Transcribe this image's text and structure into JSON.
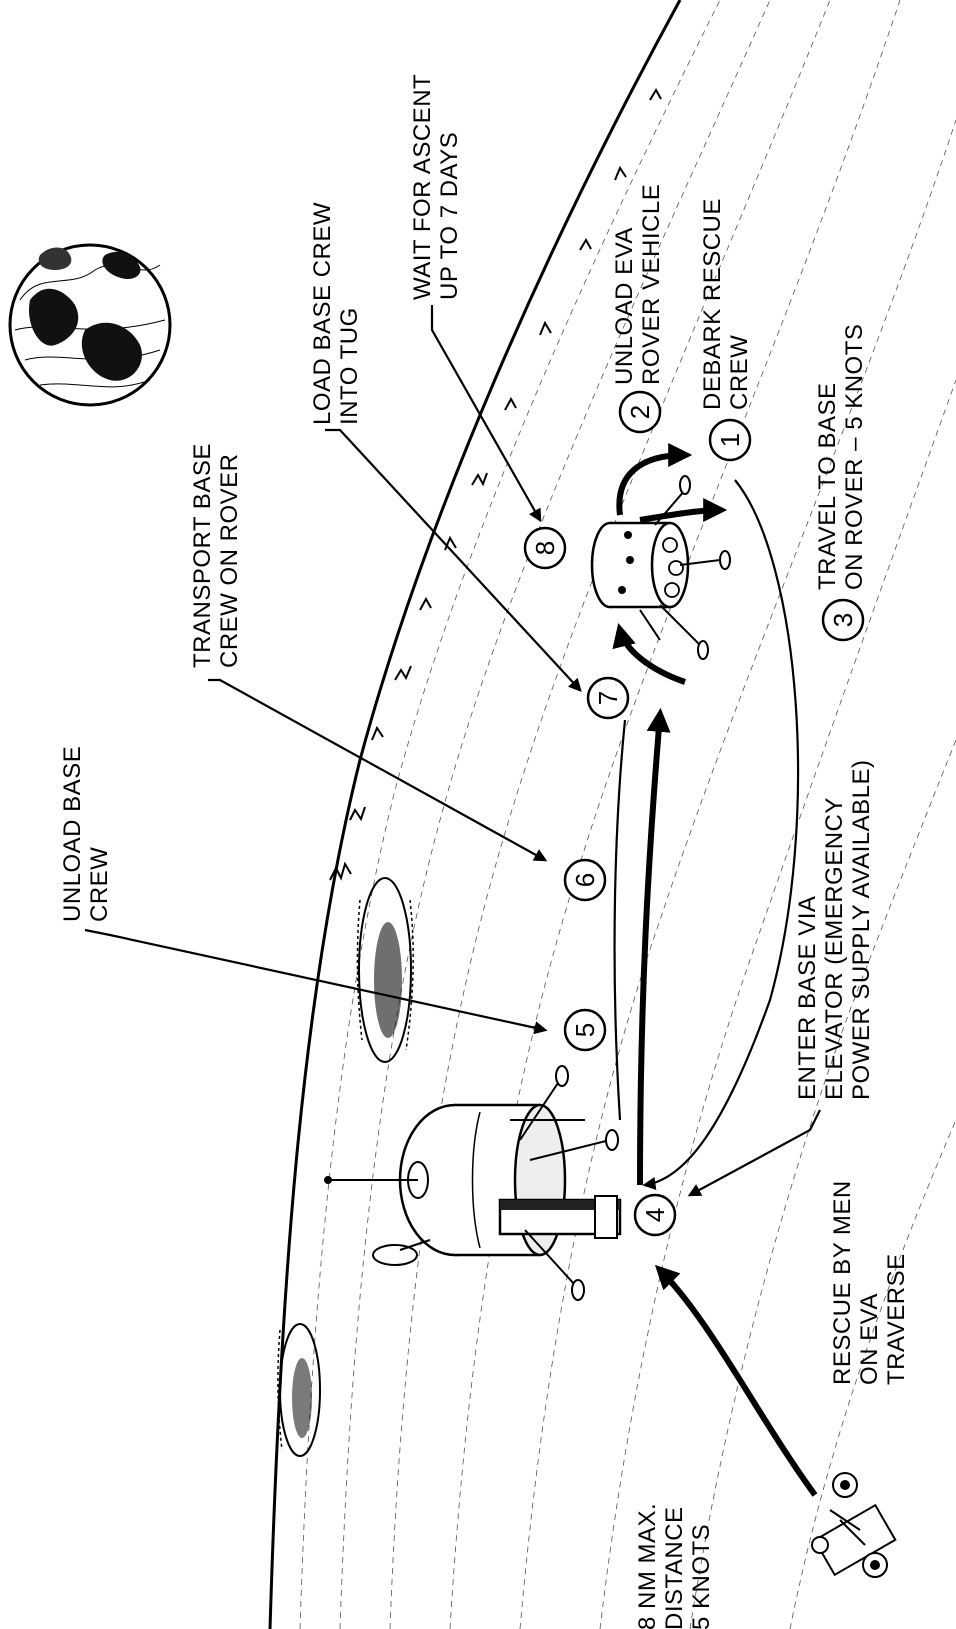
{
  "steps": [
    {
      "n": "1",
      "lines": [
        "DEBARK RESCUE",
        "CREW"
      ]
    },
    {
      "n": "2",
      "lines": [
        "UNLOAD EVA",
        "ROVER VEHICLE"
      ]
    },
    {
      "n": "3",
      "lines": [
        "TRAVEL TO BASE",
        "ON ROVER – 5 KNOTS"
      ]
    },
    {
      "n": "4",
      "lines": [
        "ENTER BASE VIA",
        "ELEVATOR (EMERGENCY",
        "POWER SUPPLY AVAILABLE)"
      ]
    },
    {
      "n": "5",
      "lines": [
        "UNLOAD BASE",
        "CREW"
      ]
    },
    {
      "n": "6",
      "lines": [
        "TRANSPORT BASE",
        "CREW ON ROVER"
      ]
    },
    {
      "n": "7",
      "lines": [
        "LOAD BASE CREW",
        "INTO TUG"
      ]
    },
    {
      "n": "8",
      "lines": [
        "WAIT FOR ASCENT",
        "UP TO 7 DAYS"
      ]
    }
  ],
  "rescue_note": [
    "RESCUE BY MEN",
    "ON EVA",
    "TRAVERSE"
  ],
  "distance_note": [
    "8 NM MAX.",
    "DISTANCE",
    "5 KNOTS"
  ],
  "icons": [
    "earth-icon",
    "lunar-base-icon",
    "rescue-tug-icon",
    "eva-rover-icon"
  ]
}
